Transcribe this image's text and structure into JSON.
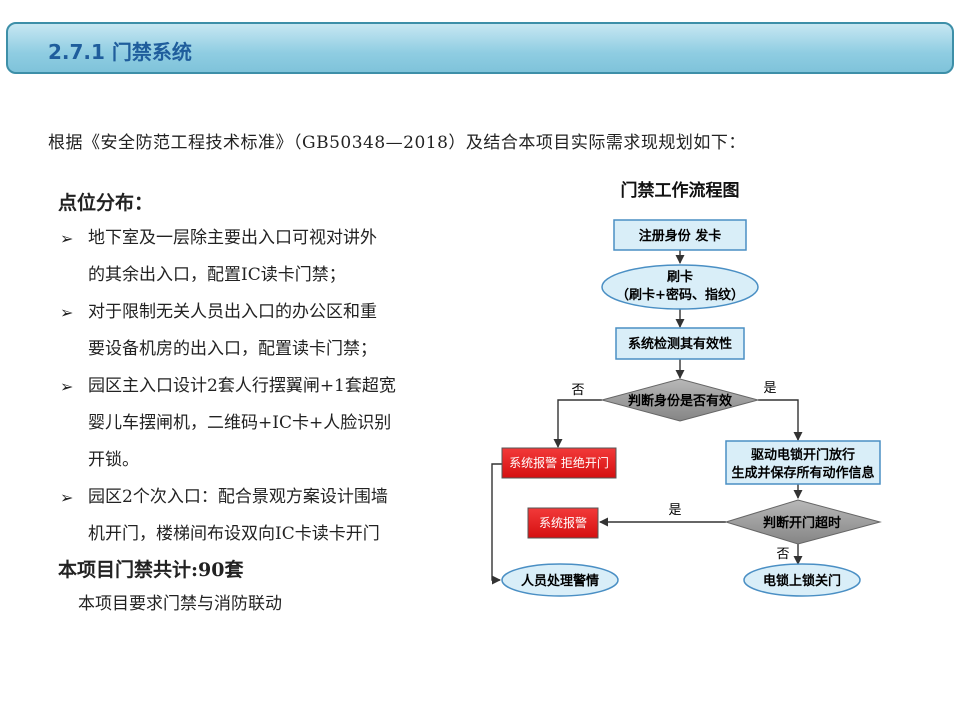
{
  "header": {
    "title": "2.7.1 门禁系统"
  },
  "intro": "根据《安全防范工程技术标准》（GB50348—2018）及结合本项目实际需求现规划如下：",
  "points": {
    "heading": "点位分布：",
    "bullet_symbol": "➢",
    "items": [
      {
        "lines": [
          "地下室及一层除主要出入口可视对讲外",
          "的其余出入口，配置IC读卡门禁；"
        ]
      },
      {
        "lines": [
          "对于限制无关人员出入口的办公区和重",
          "要设备机房的出入口，配置读卡门禁；"
        ]
      },
      {
        "lines": [
          "园区主入口设计2套人行摆翼闸+1套超宽",
          "婴儿车摆闸机，二维码+IC卡+人脸识别",
          "开锁。"
        ]
      },
      {
        "lines": [
          "园区2个次入口：配合景观方案设计围墙",
          "机开门，楼梯间布设双向IC卡读卡开门"
        ]
      }
    ],
    "total": "本项目门禁共计:90套",
    "note": "本项目要求门禁与消防联动"
  },
  "flowchart": {
    "title": "门禁工作流程图",
    "colors": {
      "box": "#d9eef8",
      "box_border": "#4a8fc4",
      "diamond": "#9a9a9a",
      "alarm": "#e8191b",
      "arrow": "#333333"
    },
    "nodes": {
      "register": "注册身份 发卡",
      "swipe_1": "刷卡",
      "swipe_2": "（刷卡+密码、指纹）",
      "check": "系统检测其有效性",
      "judge": "判断身份是否有效",
      "alarm_reject": "系统报警 拒绝开门",
      "drive_1": "驱动电锁开门放行",
      "drive_2": "生成并保存所有动作信息",
      "timeout": "判断开门超时",
      "alarm": "系统报警",
      "handle": "人员处理警情",
      "lock": "电锁上锁关门"
    },
    "labels": {
      "no_1": "否",
      "yes_1": "是",
      "yes_2": "是",
      "no_2": "否"
    }
  }
}
